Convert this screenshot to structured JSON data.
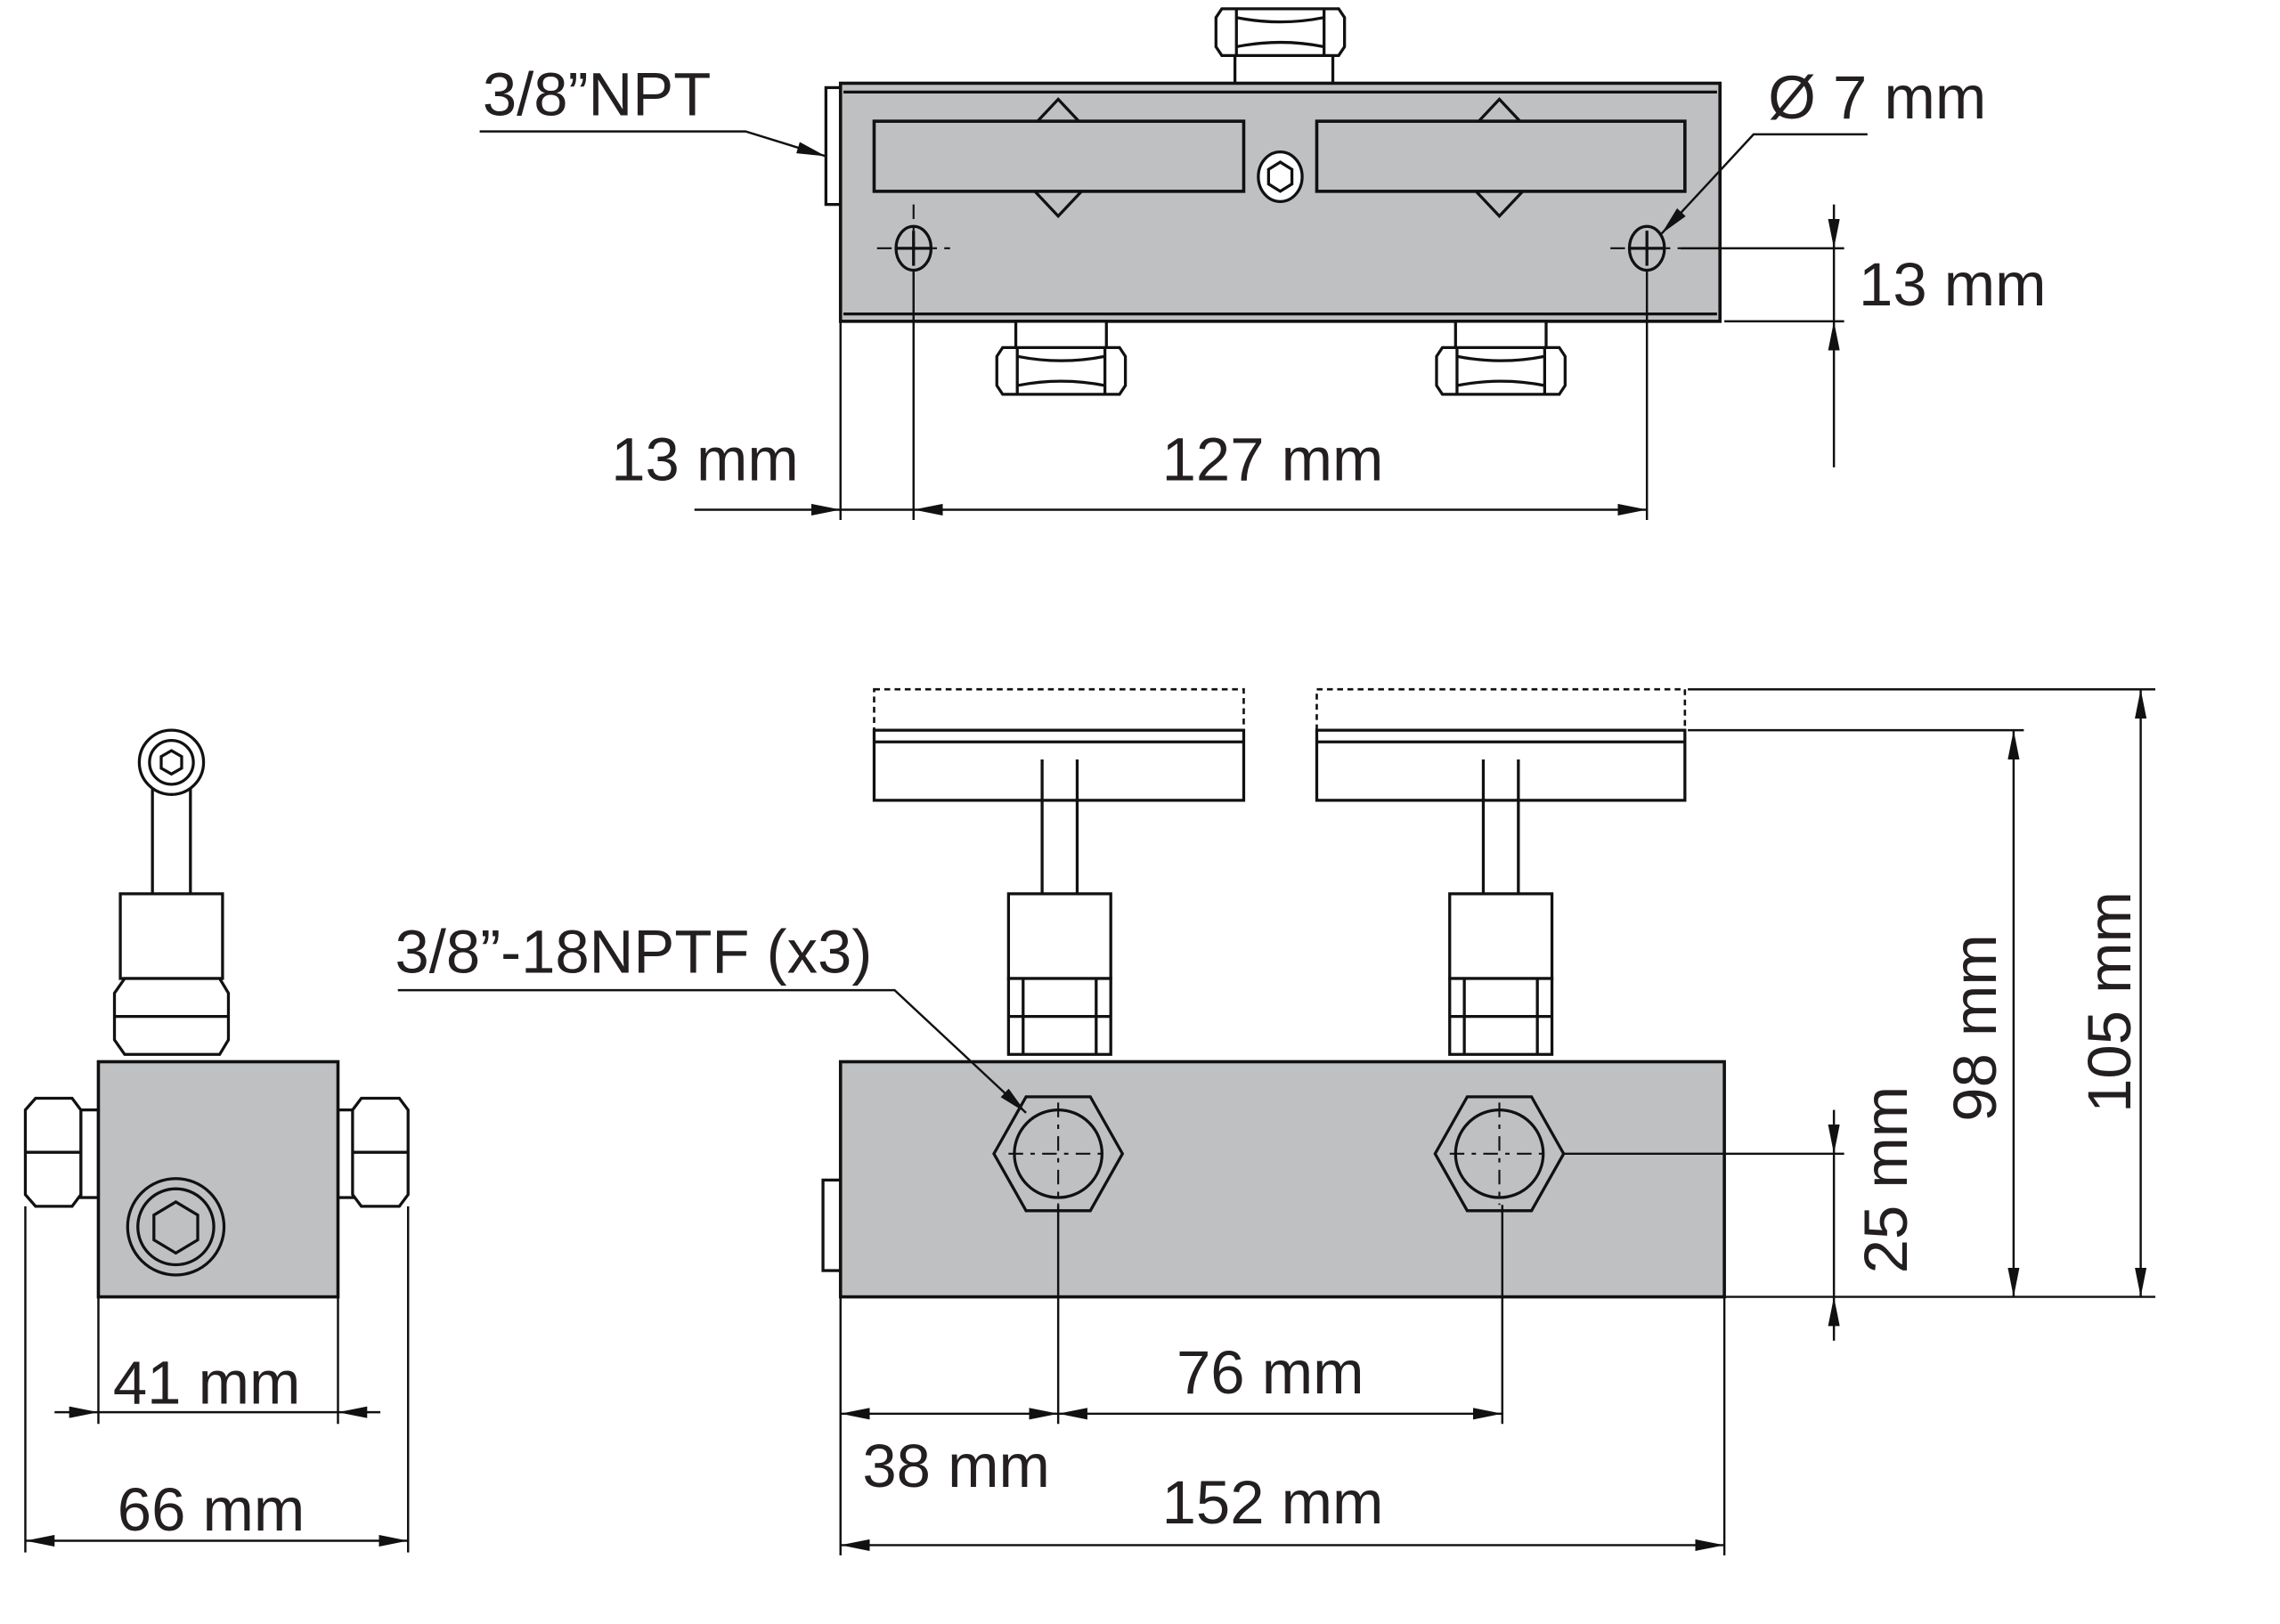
{
  "top_view": {
    "port_label": "3/8”NPT",
    "hole_label": "Ø 7 mm",
    "hole_offset_v": "13 mm",
    "hole_offset_h": "13 mm",
    "hole_spacing": "127 mm"
  },
  "front_view": {
    "port_label": "3/8”-18NPTF (x3)",
    "port_offset": "38 mm",
    "port_spacing": "76 mm",
    "length": "152 mm",
    "port_height": "25 mm",
    "height_handle": "98 mm",
    "height_total": "105 mm"
  },
  "side_view": {
    "body_width": "41 mm",
    "total_width": "66 mm"
  }
}
